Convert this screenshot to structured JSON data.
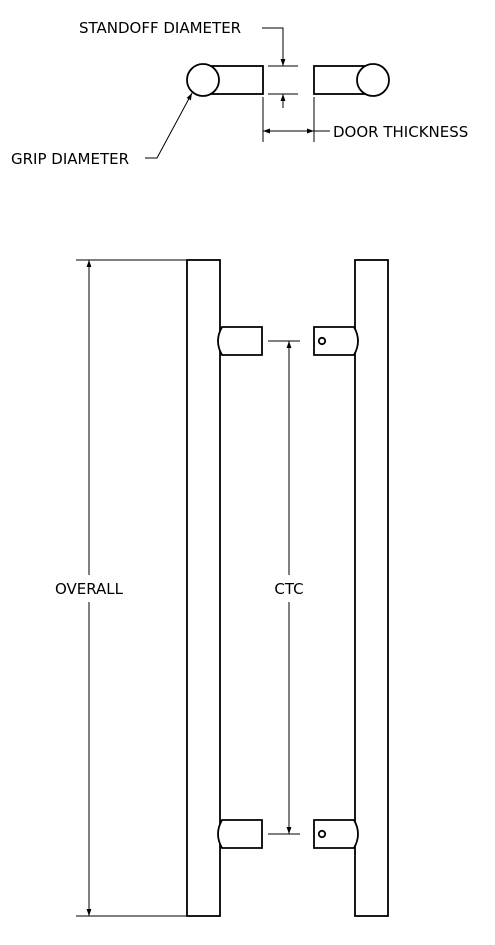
{
  "labels": {
    "standoff_diameter": "STANDOFF DIAMETER",
    "grip_diameter": "GRIP DIAMETER",
    "door_thickness": "DOOR THICKNESS",
    "overall": "OVERALL",
    "ctc": "CTC"
  },
  "colors": {
    "line": "#000000",
    "background": "#ffffff"
  }
}
